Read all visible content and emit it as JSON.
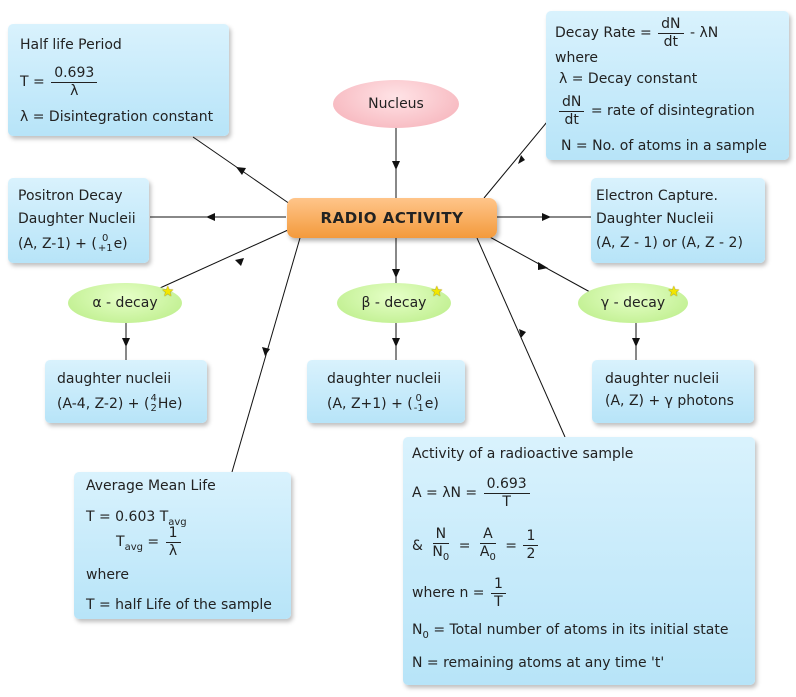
{
  "center": "RADIO ACTIVITY",
  "nucleus": "Nucleus",
  "half_life": {
    "title": "Half life Period",
    "t_lhs": "T =",
    "num": "0.693",
    "den": "λ",
    "lambda_def": "λ = Disintegration constant"
  },
  "decay_rate": {
    "label": "Decay Rate =",
    "num": "dN",
    "den": "dt",
    "rhs": "- λN",
    "where": "where",
    "lambda_def": "λ = Decay constant",
    "dndt_num": "dN",
    "dndt_den": "dt",
    "dndt_def": "= rate of disintegration",
    "n_def": "N = No. of atoms in a sample"
  },
  "positron": {
    "line1": "Positron Decay",
    "line2": "Daughter Nucleii",
    "line3_a": "(A, Z-1) + (",
    "sup": "0",
    "sub": "+1",
    "line3_b": "e)"
  },
  "electron_capture": {
    "line1": "Electron Capture.",
    "line2": "Daughter Nucleii",
    "line3": "(A, Z - 1) or (A, Z - 2)"
  },
  "alpha": {
    "label": "α - decay",
    "line1": "daughter nucleii",
    "line2_a": "(A-4, Z-2) + (",
    "sup": "4",
    "sub": "2",
    "line2_b": "He)"
  },
  "beta": {
    "label": "β - decay",
    "line1": "daughter nucleii",
    "line2_a": "(A, Z+1) + (",
    "sup": "0",
    "sub": "-1",
    "line2_b": "e)"
  },
  "gamma": {
    "label": "γ - decay",
    "line1": "daughter nucleii",
    "line2": "(A, Z) + γ photons"
  },
  "mean_life": {
    "title": "Average Mean Life",
    "t_lhs": "T = 0.603 T",
    "t_sub": "avg",
    "tavg": "T",
    "tavg_sub": "avg",
    "eq": "=",
    "num": "1",
    "den": "λ",
    "where": "where",
    "t_def": "T = half Life of the sample"
  },
  "activity": {
    "title": "Activity of a radioactive sample",
    "a_lhs": "A = λN =",
    "a_num": "0.693",
    "a_den": "T",
    "amp": "&",
    "n_num": "N",
    "n_den": "N",
    "n_den_sub": "0",
    "eq1": "=",
    "a2_num": "A",
    "a2_den": "A",
    "a2_den_sub": "0",
    "eq2": "=",
    "h_num": "1",
    "h_den": "2",
    "where_n": "where n =",
    "wn_num": "1",
    "wn_den": "T",
    "n0": "N",
    "n0_sub": "0",
    "n0_def": "= Total number of atoms in its initial state",
    "n_def": "N = remaining atoms at any time 't'"
  }
}
